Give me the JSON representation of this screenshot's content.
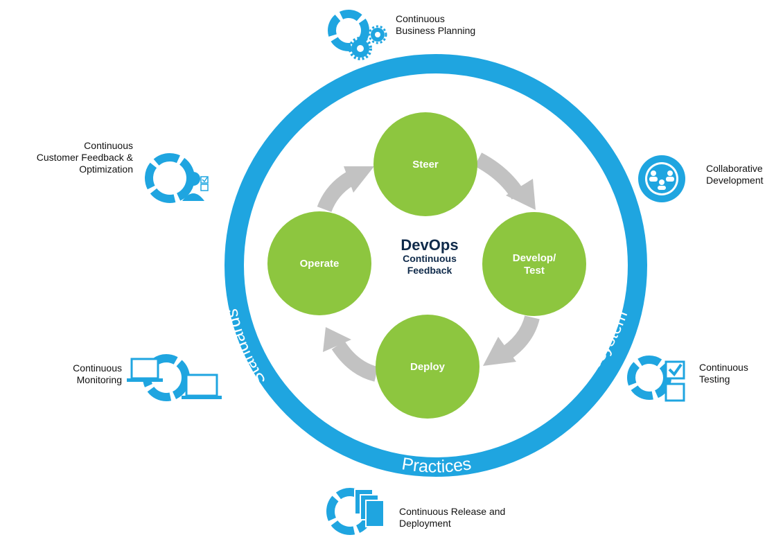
{
  "colors": {
    "ring": "#1fa5e0",
    "circle": "#8dc63f",
    "arrow": "#c2c2c2",
    "title": "#0f2a4a",
    "icon": "#1fa5e0",
    "label": "#111111"
  },
  "center": {
    "title": "DevOps",
    "subtitle_line1": "Continuous",
    "subtitle_line2": "Feedback"
  },
  "stages": {
    "steer": "Steer",
    "develop_line1": "Develop/",
    "develop_line2": "Test",
    "deploy": "Deploy",
    "operate": "Operate"
  },
  "ring_words": {
    "standards": "Standards",
    "practices": "Practices",
    "ecosystem": "Ecosystem"
  },
  "practices": {
    "planning": {
      "line1": "Continuous",
      "line2": "Business Planning",
      "icon": "gears-icon"
    },
    "collaborative": {
      "line1": "Collaborative",
      "line2": "Development",
      "icon": "people-icon"
    },
    "testing": {
      "line1": "Continuous",
      "line2": "Testing",
      "icon": "checkbox-icon"
    },
    "release": {
      "line1": "Continuous Release and",
      "line2": "Deployment",
      "icon": "documents-icon"
    },
    "monitoring": {
      "line1": "Continuous",
      "line2": "Monitoring",
      "icon": "laptops-icon"
    },
    "feedback": {
      "line1": "Continuous",
      "line2": "Customer Feedback &",
      "line3": "Optimization",
      "icon": "person-checklist-icon"
    }
  }
}
